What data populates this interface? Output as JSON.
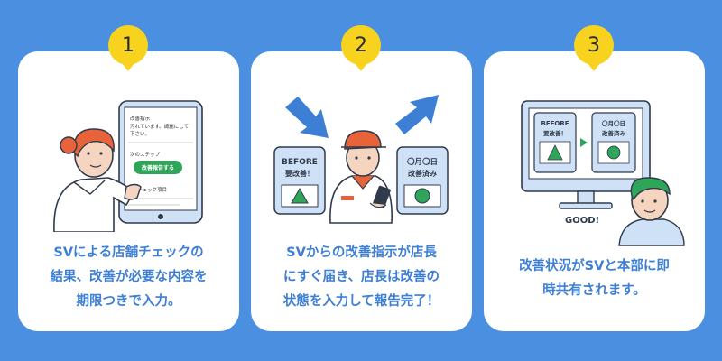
{
  "colors": {
    "background": "#4a8fe0",
    "card": "#ffffff",
    "badge": "#f7d31f",
    "text_blue": "#3d7fd4",
    "green": "#2fa55a",
    "orange": "#e8633a"
  },
  "steps": [
    {
      "number": "1",
      "tablet": {
        "line1": "改善指示",
        "line2": "汚れています。綺麗にして",
        "line3": "下さい。",
        "next": "次のステップ",
        "button": "改善報告する",
        "check": "チェック項目"
      },
      "lines": [
        "SVによる店舗チェックの",
        "結果、改善が必要な内容を",
        "期限つきで入力。"
      ]
    },
    {
      "number": "2",
      "before_label": "BEFORE",
      "before_sub": "要改善！",
      "after_label": "〇月〇日",
      "after_sub": "改善済み",
      "lines": [
        "SVからの改善指示が店長",
        "にすぐ届き、店長は改善の",
        "状態を入力して報告完了！"
      ]
    },
    {
      "number": "3",
      "before_label": "BEFORE",
      "before_sub": "要改善！",
      "after_label": "〇月〇日",
      "after_sub": "改善済み",
      "good": "GOOD!",
      "lines": [
        "改善状況がSVと本部に即",
        "時共有されます。"
      ]
    }
  ]
}
